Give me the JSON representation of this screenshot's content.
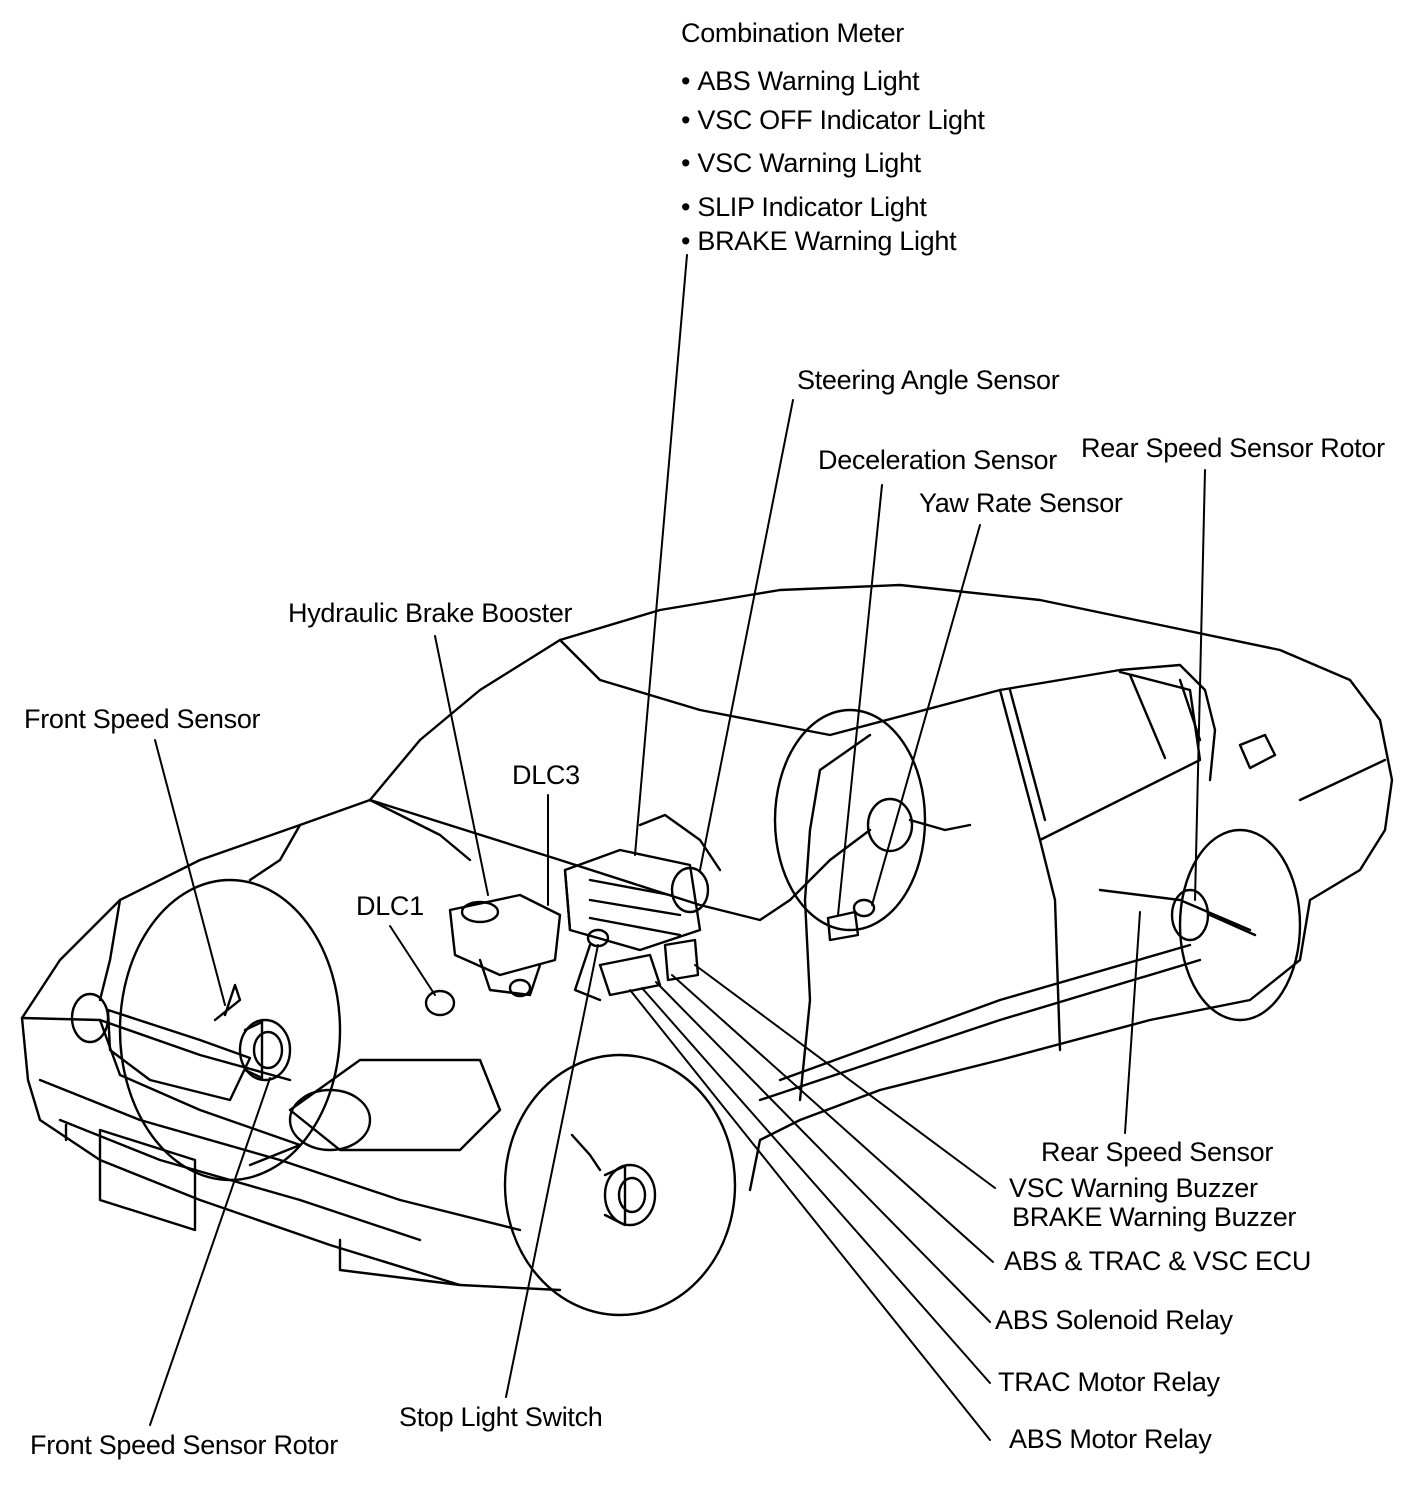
{
  "combination_meter": {
    "title": "Combination Meter",
    "items": [
      "ABS Warning Light",
      "VSC OFF Indicator Light",
      "VSC Warning Light",
      "SLIP Indicator Light",
      "BRAKE Warning Light"
    ]
  },
  "labels": {
    "steering_angle_sensor": "Steering Angle Sensor",
    "deceleration_sensor": "Deceleration Sensor",
    "rear_speed_sensor_rotor": "Rear Speed Sensor Rotor",
    "yaw_rate_sensor": "Yaw Rate Sensor",
    "hydraulic_brake_booster": "Hydraulic Brake Booster",
    "front_speed_sensor": "Front Speed Sensor",
    "dlc3": "DLC3",
    "dlc1": "DLC1",
    "rear_speed_sensor": "Rear Speed Sensor",
    "vsc_warning_buzzer": "VSC Warning Buzzer",
    "brake_warning_buzzer": "BRAKE Warning Buzzer",
    "ecu": "ABS & TRAC & VSC ECU",
    "abs_solenoid_relay": "ABS Solenoid Relay",
    "trac_motor_relay": "TRAC Motor Relay",
    "abs_motor_relay": "ABS Motor Relay",
    "stop_light_switch": "Stop Light Switch",
    "front_speed_sensor_rotor": "Front Speed Sensor Rotor"
  }
}
